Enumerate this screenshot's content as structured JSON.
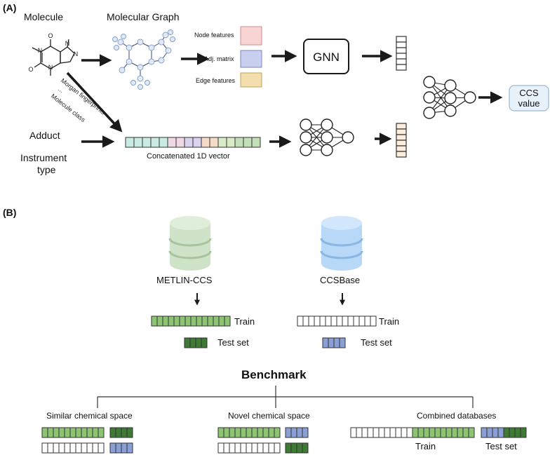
{
  "panel_a": {
    "label": "(A)",
    "molecule_title": "Molecule",
    "graph_title": "Molecular Graph",
    "node_features": "Node features",
    "adj_matrix": "Adj. matrix",
    "edge_features": "Edge features",
    "gnn": "GNN",
    "morgan": "Morgan fingerprints",
    "dots": "...",
    "molecule_class": "Molecule class",
    "adduct": "Adduct",
    "instrument_line1": "Instrument",
    "instrument_line2": "type",
    "concat_label": "Concatenated 1D vector",
    "ccs_line1": "CCS",
    "ccs_line2": "value"
  },
  "panel_b": {
    "label": "(B)",
    "metlin": {
      "name": "METLIN-CCS",
      "train": "Train",
      "test": "Test set"
    },
    "ccsbase": {
      "name": "CCSBase",
      "train": "Train",
      "test": "Test set"
    },
    "benchmark": "Benchmark",
    "scenarios": [
      {
        "label": "Similar chemical space"
      },
      {
        "label": "Novel chemical space"
      },
      {
        "label": "Combined databases",
        "train": "Train",
        "test": "Test set"
      }
    ]
  },
  "colors": {
    "metlin_green": "#8dc472",
    "metlin_dark_green": "#3f7a35",
    "ccsbase_blue": "#8a9fd6",
    "node_pink": "#f9d4d4",
    "adj_lavender": "#c9cfee",
    "edge_tan": "#f3dfae",
    "db_green": "#cfe3c8",
    "db_blue": "#b7d8f6"
  },
  "molecule_atoms": [
    "O",
    "N",
    "N",
    "N",
    "N",
    "O"
  ]
}
